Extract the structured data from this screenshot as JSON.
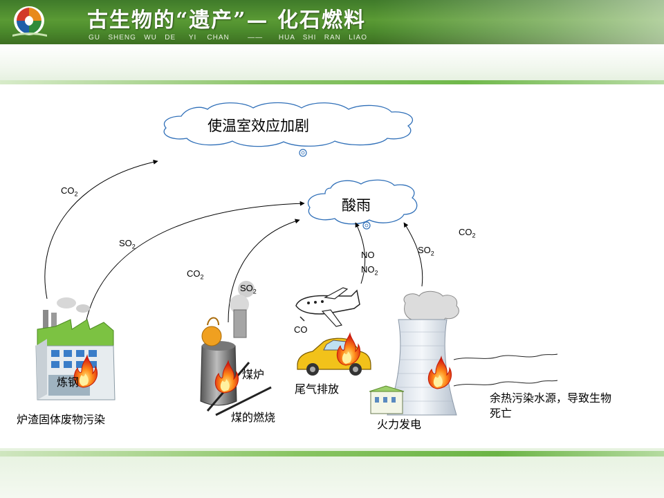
{
  "header": {
    "title": "古生物的“遗产”— 化石燃料",
    "pinyin": "GU   SHENG   WU   DE     YI    CHAN       ——      HUA   SHI   RAN   LIAO"
  },
  "colors": {
    "header_green": "#4b8a2c",
    "accent_line": "#6fb84a",
    "fire": "#e8401c",
    "car_yellow": "#f2c21a"
  },
  "effects": {
    "greenhouse": "使温室效应加剧",
    "acid_rain": "酸雨"
  },
  "gases": {
    "co2_factory": "CO",
    "sub2": "2",
    "so2": "SO"
  },
  "gas_labels": [
    {
      "id": "factory-co2",
      "base": "CO",
      "sub": "2"
    },
    {
      "id": "factory-so2",
      "base": "SO",
      "sub": "2"
    },
    {
      "id": "stove-co2",
      "base": "CO",
      "sub": "2"
    },
    {
      "id": "stove-so2",
      "base": "SO",
      "sub": "2"
    },
    {
      "id": "car-no",
      "base": "NO",
      "sub": ""
    },
    {
      "id": "car-no2",
      "base": "NO",
      "sub": "2"
    },
    {
      "id": "car-co",
      "base": "CO",
      "sub": ""
    },
    {
      "id": "plant-so2",
      "base": "SO",
      "sub": "2"
    },
    {
      "id": "plant-co2",
      "base": "CO",
      "sub": "2"
    }
  ],
  "sources": {
    "factory_sign": "炼钢",
    "factory_caption": "炉渣固体废物污染",
    "stove_sign": "煤炉",
    "stove_caption": "煤的燃烧",
    "car_caption": "尾气排放",
    "plant_caption": "火力发电",
    "water_caption": "余热污染水源，导致生物死亡"
  },
  "icons": [
    "logo-icon",
    "factory-icon",
    "stove-icon",
    "airplane-icon",
    "car-icon",
    "power-plant-icon",
    "fire-icon"
  ]
}
